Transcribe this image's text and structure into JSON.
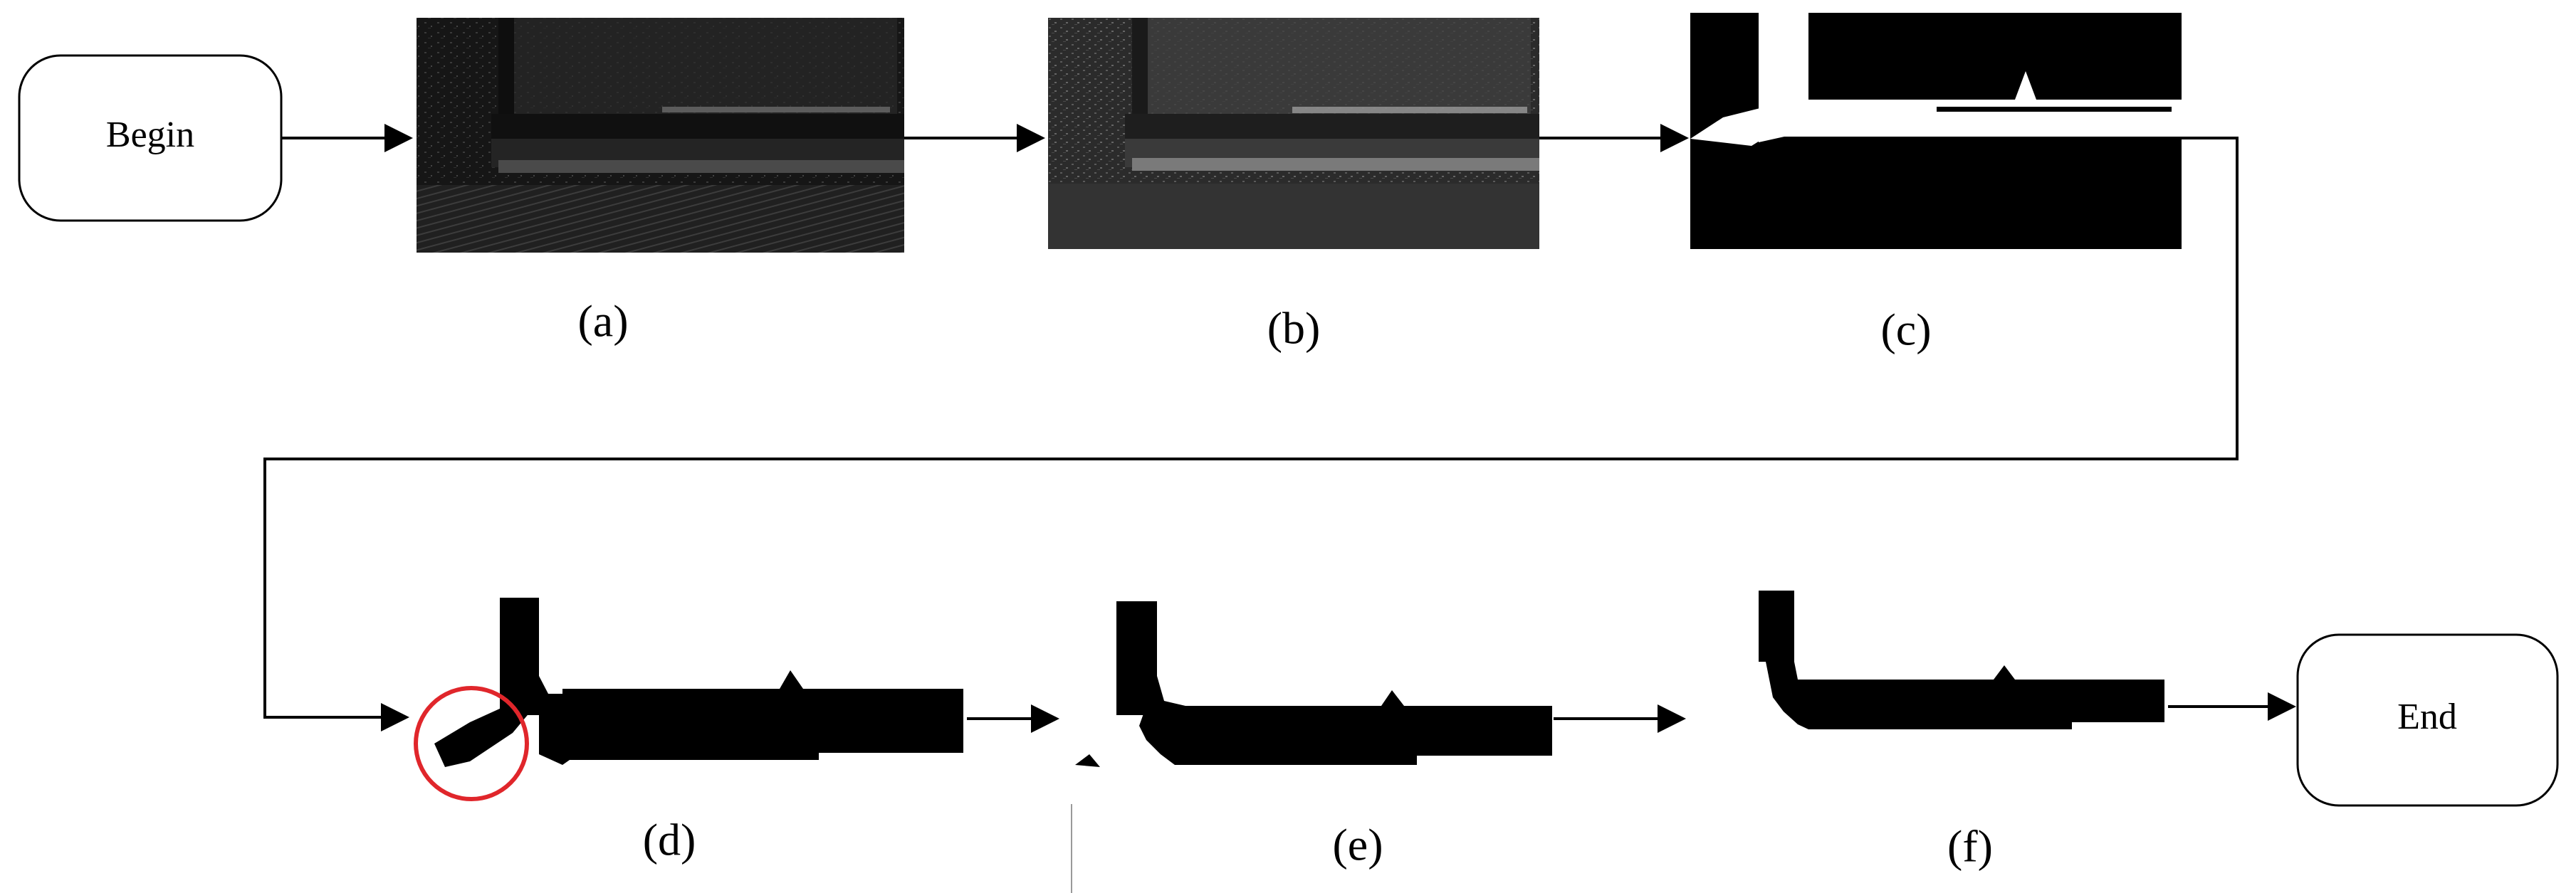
{
  "diagram": {
    "begin_label": "Begin",
    "end_label": "End",
    "panels": [
      {
        "id": "a",
        "label": "(a)"
      },
      {
        "id": "b",
        "label": "(b)"
      },
      {
        "id": "c",
        "label": "(c)"
      },
      {
        "id": "d",
        "label": "(d)"
      },
      {
        "id": "e",
        "label": "(e)"
      },
      {
        "id": "f",
        "label": "(f)"
      }
    ],
    "colors": {
      "line": "#000000",
      "highlight_circle": "#e0262b",
      "dark_panel": "#1c1c1c",
      "mid_panel": "#2e2e2e"
    }
  }
}
